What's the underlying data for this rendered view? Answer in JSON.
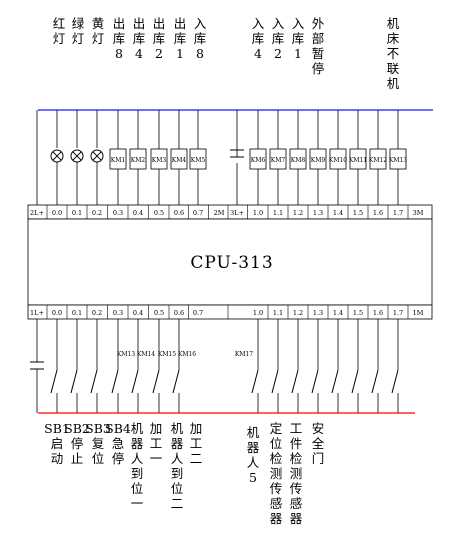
{
  "cpu_label": "CPU-313",
  "top_labels": [
    {
      "chars": [
        "红",
        "灯"
      ]
    },
    {
      "chars": [
        "绿",
        "灯"
      ]
    },
    {
      "chars": [
        "黄",
        "灯"
      ]
    },
    {
      "chars": [
        "出",
        "库",
        "8"
      ]
    },
    {
      "chars": [
        "出",
        "库",
        "4"
      ]
    },
    {
      "chars": [
        "出",
        "库",
        "2"
      ]
    },
    {
      "chars": [
        "出",
        "库",
        "1"
      ]
    },
    {
      "chars": [
        "入",
        "库",
        "8"
      ]
    },
    {
      "chars": [
        "入",
        "库",
        "4"
      ]
    },
    {
      "chars": [
        "入",
        "库",
        "2"
      ]
    },
    {
      "chars": [
        "入",
        "库",
        "1"
      ]
    },
    {
      "chars": [
        "外",
        "部",
        "暂",
        "停"
      ]
    },
    {
      "chars": [
        "机",
        "床",
        "不",
        "联",
        "机"
      ]
    }
  ],
  "output_terminals": [
    "2L+",
    "0.0",
    "0.1",
    "0.2",
    "0.3",
    "0.4",
    "0.5",
    "0.6",
    "0.7",
    "2M",
    "3L+",
    "1.0",
    "1.1",
    "1.2",
    "1.3",
    "1.4",
    "1.5",
    "1.6",
    "1.7",
    "3M"
  ],
  "input_terminals": [
    "1L+",
    "0.0",
    "0.1",
    "0.2",
    "0.3",
    "0.4",
    "0.5",
    "0.6",
    "0.7",
    "1.0",
    "1.1",
    "1.2",
    "1.3",
    "1.4",
    "1.5",
    "1.6",
    "1.7",
    "1M"
  ],
  "output_coils": [
    "KM1",
    "KM2",
    "KM3",
    "KM4",
    "KM5",
    "KM6",
    "KM7",
    "KM8",
    "KM9",
    "KM10",
    "KM11",
    "KM12",
    "KM13"
  ],
  "input_coils": [
    "KM13",
    "KM14",
    "KM15",
    "KM16",
    "KM17"
  ],
  "bottom_labels": [
    {
      "chars": [
        "SB1",
        "启",
        "动"
      ]
    },
    {
      "chars": [
        "SB2",
        "停",
        "止"
      ]
    },
    {
      "chars": [
        "SB3",
        "复",
        "位"
      ]
    },
    {
      "chars": [
        "SB4",
        "急",
        "停"
      ]
    },
    {
      "chars": [
        "机",
        "器",
        "人",
        "到",
        "位",
        "一"
      ]
    },
    {
      "chars": [
        "加",
        "工",
        "一"
      ]
    },
    {
      "chars": [
        "机",
        "器",
        "人",
        "到",
        "位",
        "二"
      ]
    },
    {
      "chars": [
        "加",
        "工",
        "二"
      ]
    },
    {
      "chars": [
        "机",
        "器",
        "人",
        "5"
      ]
    },
    {
      "chars": [
        "定",
        "位",
        "检",
        "测",
        "传",
        "感",
        "器"
      ]
    },
    {
      "chars": [
        "工",
        "件",
        "检",
        "测",
        "传",
        "感",
        "器"
      ]
    },
    {
      "chars": [
        "安",
        "全",
        "门"
      ]
    }
  ],
  "colors": {
    "bus_top": "#1a1aff",
    "bus_bottom": "#ff0000",
    "line": "#000000"
  }
}
